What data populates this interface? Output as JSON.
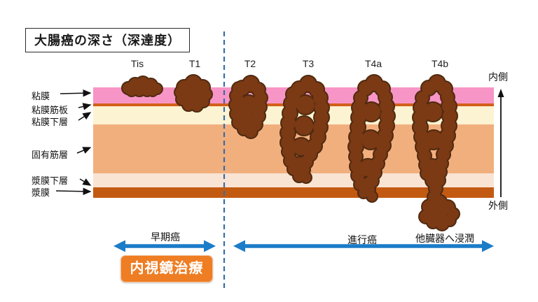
{
  "title": "大腸癌の深さ（深達度）",
  "stages": [
    "Tis",
    "T1",
    "T2",
    "T3",
    "T4a",
    "T4b"
  ],
  "layers": [
    {
      "label": "粘膜",
      "color": "#f895c7"
    },
    {
      "label": "粘膜筋板",
      "color": "#d2601a"
    },
    {
      "label": "粘膜下層",
      "color": "#fcf3d2"
    },
    {
      "label": "固有筋層",
      "color": "#f2af7e"
    },
    {
      "label": "漿膜下層",
      "color": "#f9e4d4"
    },
    {
      "label": "漿膜",
      "color": "#c35a12"
    }
  ],
  "sides": {
    "inner": "内側",
    "outer": "外側"
  },
  "annotations": {
    "early": "早期癌",
    "advanced": "進行癌",
    "other_organ": "他臓器へ浸潤"
  },
  "treatment": {
    "label": "内視鏡治療"
  },
  "colors": {
    "tumor_fill": "#7b3a14",
    "tumor_stroke": "#4f2a10",
    "arrow_blue": "#1b7cc8",
    "divider_blue": "#3a6ca8",
    "label_arrow": "#111111",
    "treatment_bg": "#ee7d23"
  }
}
